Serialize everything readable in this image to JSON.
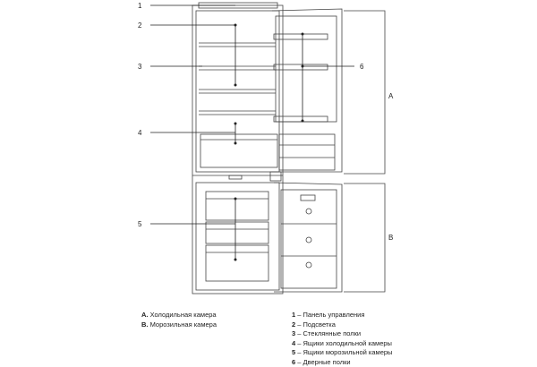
{
  "callouts": [
    "1",
    "2",
    "3",
    "4",
    "5",
    "6"
  ],
  "sections": [
    {
      "key": "A",
      "label": "A"
    },
    {
      "key": "B",
      "label": "B"
    }
  ],
  "legend_sections": [
    {
      "key": "A.",
      "text": "Холодильная камера"
    },
    {
      "key": "B.",
      "text": "Морозильная камера"
    }
  ],
  "legend_parts": [
    {
      "key": "1",
      "text": "– Панель управления"
    },
    {
      "key": "2",
      "text": "– Подсветка"
    },
    {
      "key": "3",
      "text": "– Стеклянные полки"
    },
    {
      "key": "4",
      "text": "– Ящики холодильной камеры"
    },
    {
      "key": "5",
      "text": "– Ящики морозильной камеры"
    },
    {
      "key": "6",
      "text": "– Дверные полки"
    }
  ]
}
